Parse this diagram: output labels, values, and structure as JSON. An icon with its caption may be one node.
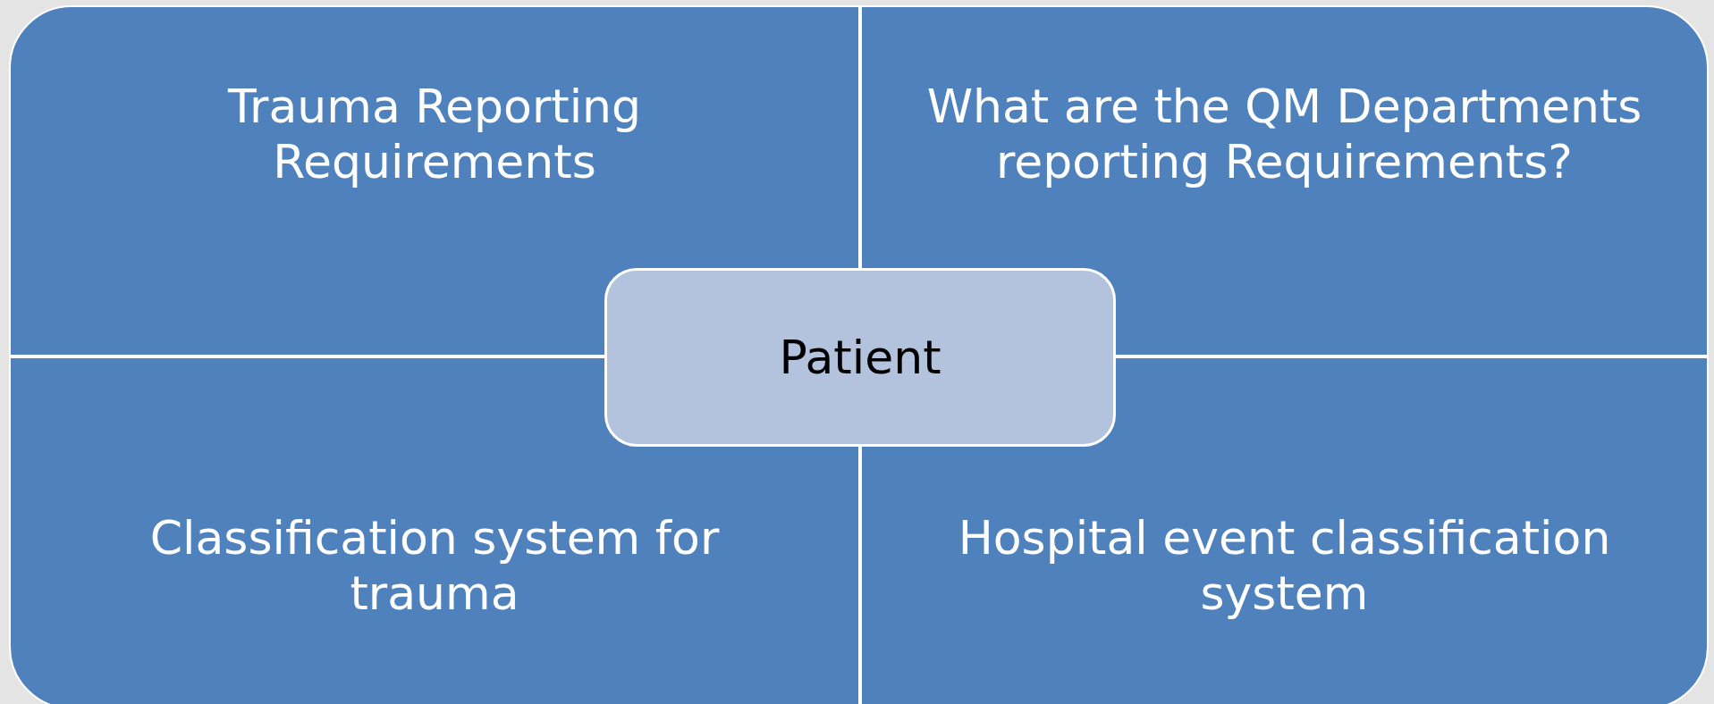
{
  "diagram": {
    "nodes": [
      {
        "text": [
          "Trauma Reporting Requirements"
        ]
      },
      {
        "text": [
          "What are the QM Departments reporting Requirements?"
        ]
      },
      {
        "text": [
          "Classification system for trauma"
        ]
      },
      {
        "text": [
          "Hospital event classification system"
        ]
      },
      {
        "text": [
          "Patient"
        ]
      }
    ]
  }
}
